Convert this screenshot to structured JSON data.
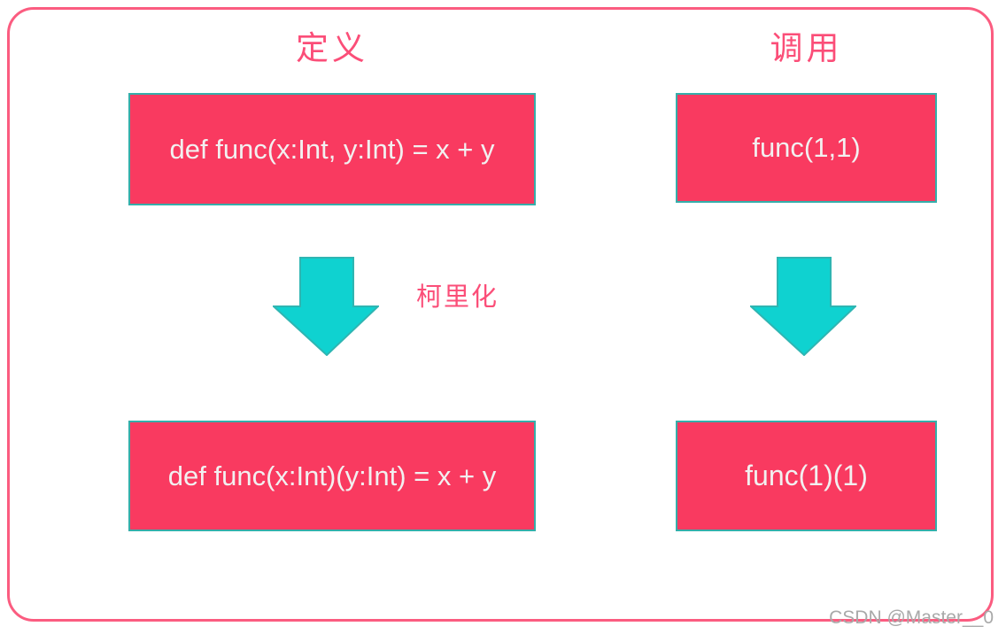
{
  "diagram": {
    "left_column": {
      "header": "定义",
      "original_box": "def func(x:Int, y:Int) = x + y",
      "curried_box": "def func(x:Int)(y:Int) = x + y"
    },
    "right_column": {
      "header": "调用",
      "original_box": "func(1,1)",
      "curried_box": "func(1)(1)"
    },
    "arrow_label": "柯里化",
    "arrow_icon": "down-arrow-icon",
    "watermark": "CSDN @Master__0",
    "colors": {
      "box_fill": "#f93a60",
      "box_border": "#35aeaa",
      "box_text": "#f2f0f0",
      "arrow_fill": "#0fd2d0",
      "arrow_stroke": "#2fb5b2",
      "heading_text": "#fb4e78",
      "outer_border": "#fb5c80",
      "watermark_text": "#a9a9a9"
    }
  }
}
